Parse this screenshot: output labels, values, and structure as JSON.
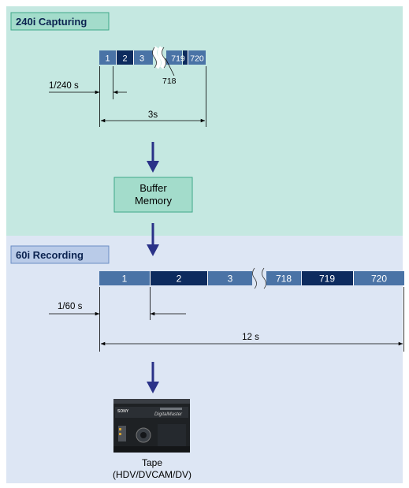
{
  "capturing": {
    "label": "240i Capturing",
    "frames_left": [
      "1",
      "2",
      "3"
    ],
    "frames_right": [
      "719",
      "720"
    ],
    "frame_callout": "718",
    "interval_label": "1/240 s",
    "duration_label": "3s"
  },
  "buffer": {
    "line1": "Buffer",
    "line2": "Memory"
  },
  "recording": {
    "label": "60i Recording",
    "frames_left": [
      "1",
      "2",
      "3"
    ],
    "frames_right": [
      "718",
      "719",
      "720"
    ],
    "interval_label": "1/60 s",
    "duration_label": "12 s"
  },
  "tape": {
    "line1": "Tape",
    "line2": "(HDV/DVCAM/DV)",
    "cassette_brand": "SONY",
    "cassette_logo": "DigitalMaster"
  },
  "colors": {
    "top_panel": "#c5e8e1",
    "bottom_panel": "#dde6f4",
    "frame_light": "#4a73a6",
    "frame_dark": "#0d2b5e",
    "arrow": "#2a3288",
    "label_teal_bg": "#a3dccb",
    "label_teal_border": "#3fa889",
    "label_blue_bg": "#b9cbe8",
    "label_blue_border": "#6c8dc4",
    "buffer_bg": "#a3dccb",
    "buffer_border": "#3fa889"
  }
}
